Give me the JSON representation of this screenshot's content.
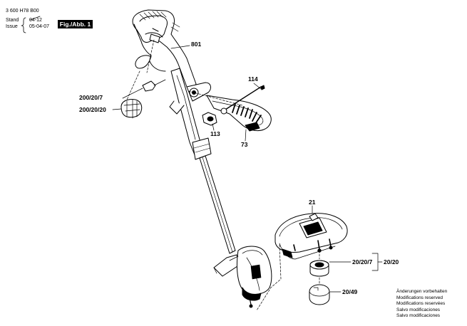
{
  "header": {
    "part_number": "3 600 H78 B00",
    "stand_label": "Stand",
    "stand_value": "04-12",
    "issue_label": "Issue",
    "issue_value": "05-04-07",
    "figure_label": "Fig./Abb. 1"
  },
  "callouts": {
    "c801": "801",
    "c114": "114",
    "c113": "113",
    "c73": "73",
    "c200_20_7": "200/20/7",
    "c200_20_20": "200/20/20",
    "c21": "21",
    "c20_20_7": "20/20/7",
    "c20_20": "20/20",
    "c20_49": "20/49"
  },
  "notes": [
    "Änderungen vorbehalten",
    "Modifications reserved",
    "Modifications reservées",
    "Salvo modificaciones",
    "Salvo modificaciones"
  ]
}
